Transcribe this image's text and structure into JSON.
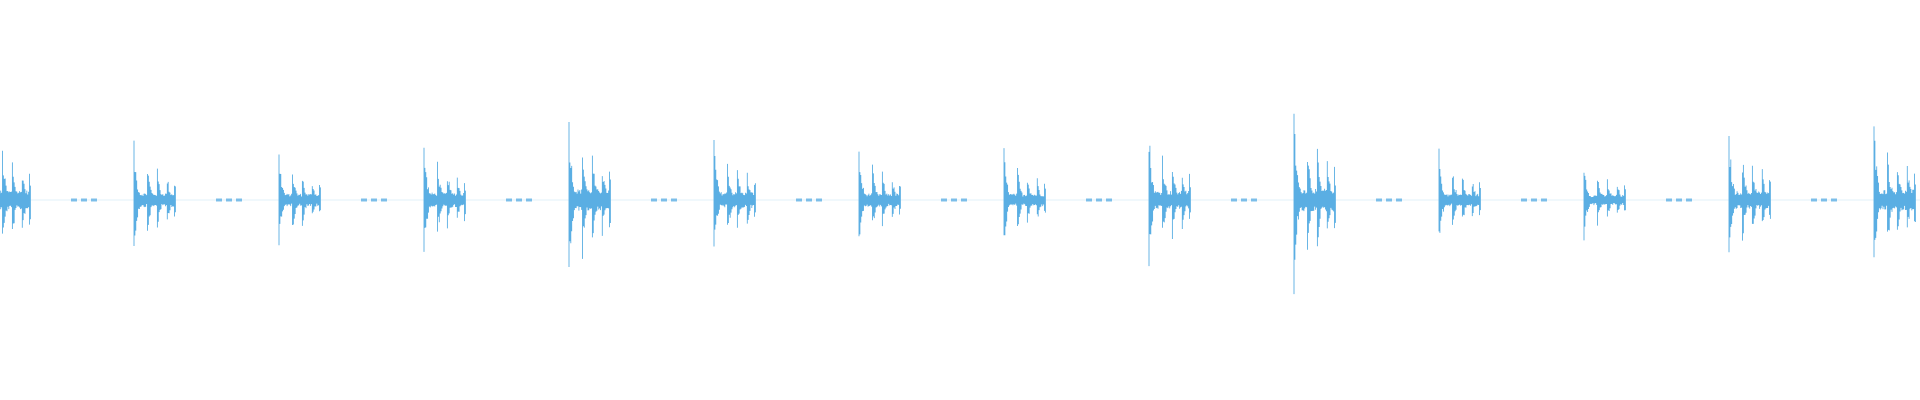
{
  "waveform": {
    "color": "#5aaee3",
    "background": "#ffffff",
    "burst_count": 14,
    "burst_peaks": [
      0.85,
      0.62,
      0.55,
      0.65,
      0.95,
      0.7,
      0.58,
      0.56,
      0.8,
      1.0,
      0.55,
      0.45,
      0.78,
      0.9
    ],
    "ends_cut_off": true
  }
}
